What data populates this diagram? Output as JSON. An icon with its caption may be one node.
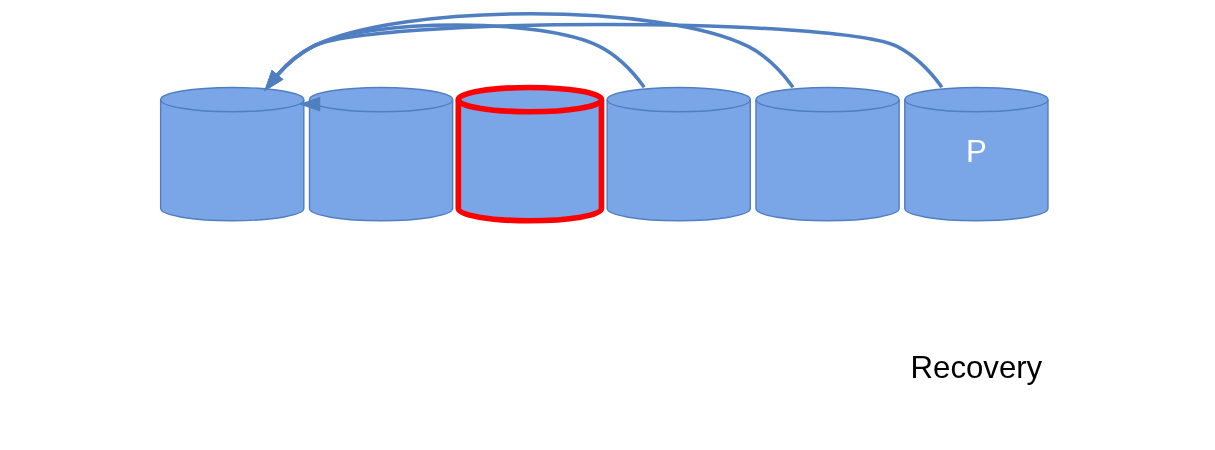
{
  "diagram": {
    "nodes": [
      {
        "text": [],
        "shape": "cylinder"
      },
      {
        "text": [],
        "shape": "cylinder"
      },
      {
        "text": [],
        "shape": "cylinder"
      },
      {
        "text": [],
        "shape": "cylinder"
      },
      {
        "text": [],
        "shape": "cylinder"
      },
      {
        "text": [
          "P"
        ]
      }
    ],
    "edges": [
      {
        "from": 1,
        "to": 0,
        "arrow": "to"
      },
      {
        "from": 3,
        "to": 0,
        "arrow": "to"
      },
      {
        "from": 4,
        "to": 0,
        "arrow": "to"
      },
      {
        "from": 5,
        "to": 0,
        "arrow": "to"
      }
    ],
    "labels": [
      "Recovery"
    ]
  }
}
